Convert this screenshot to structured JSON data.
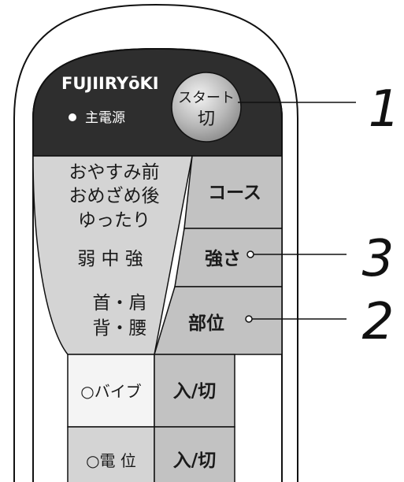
{
  "brand": "FUJIIRYōKI",
  "main_power_label": "主電源",
  "start_button": {
    "line1": "スタート",
    "line2": "切"
  },
  "course_modes": [
    "おやすみ前",
    "おめざめ後",
    "ゆったり"
  ],
  "course_button": "コース",
  "strength_levels": "弱 中 強",
  "strength_button": "強さ",
  "areas": {
    "line1": "首・肩",
    "line2": "背・腰"
  },
  "area_button": "部位",
  "vibe_label": "○バイブ",
  "vibe_button": "入/切",
  "potential_label": "○電 位",
  "potential_button": "入/切",
  "callouts": {
    "start": "1",
    "strength": "3",
    "area": "2"
  },
  "colors": {
    "body_dark": "#2e2e2e",
    "button_gray": "#c2c2c2",
    "panel_gray": "#d4d4d4",
    "line": "#111111"
  }
}
